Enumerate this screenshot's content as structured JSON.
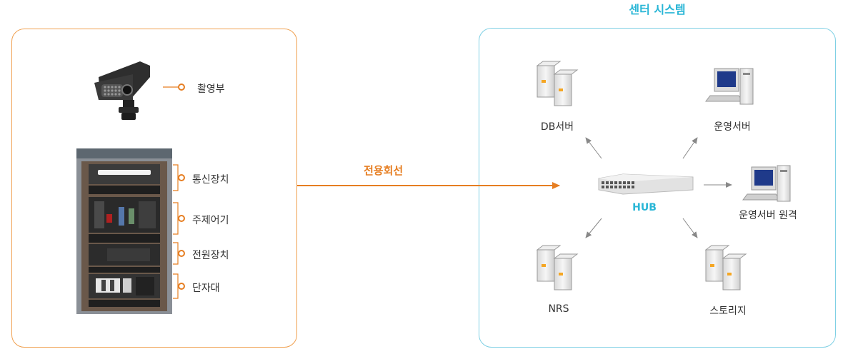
{
  "center": {
    "title": "센터 시스템",
    "hub_label": "HUB",
    "nodes": {
      "db_server": "DB서버",
      "ops_server": "운영서버",
      "ops_server_remote": "운영서버 원격",
      "nrs": "NRS",
      "storage": "스토리지"
    }
  },
  "field": {
    "camera_label": "촬영부",
    "cabinet_labels": [
      "통신장치",
      "주제어기",
      "전원장치",
      "단자대"
    ]
  },
  "link": {
    "label": "전용회선"
  },
  "colors": {
    "accent_orange": "#e67e22",
    "accent_blue": "#29b6d6",
    "arrow_gray": "#888888"
  }
}
